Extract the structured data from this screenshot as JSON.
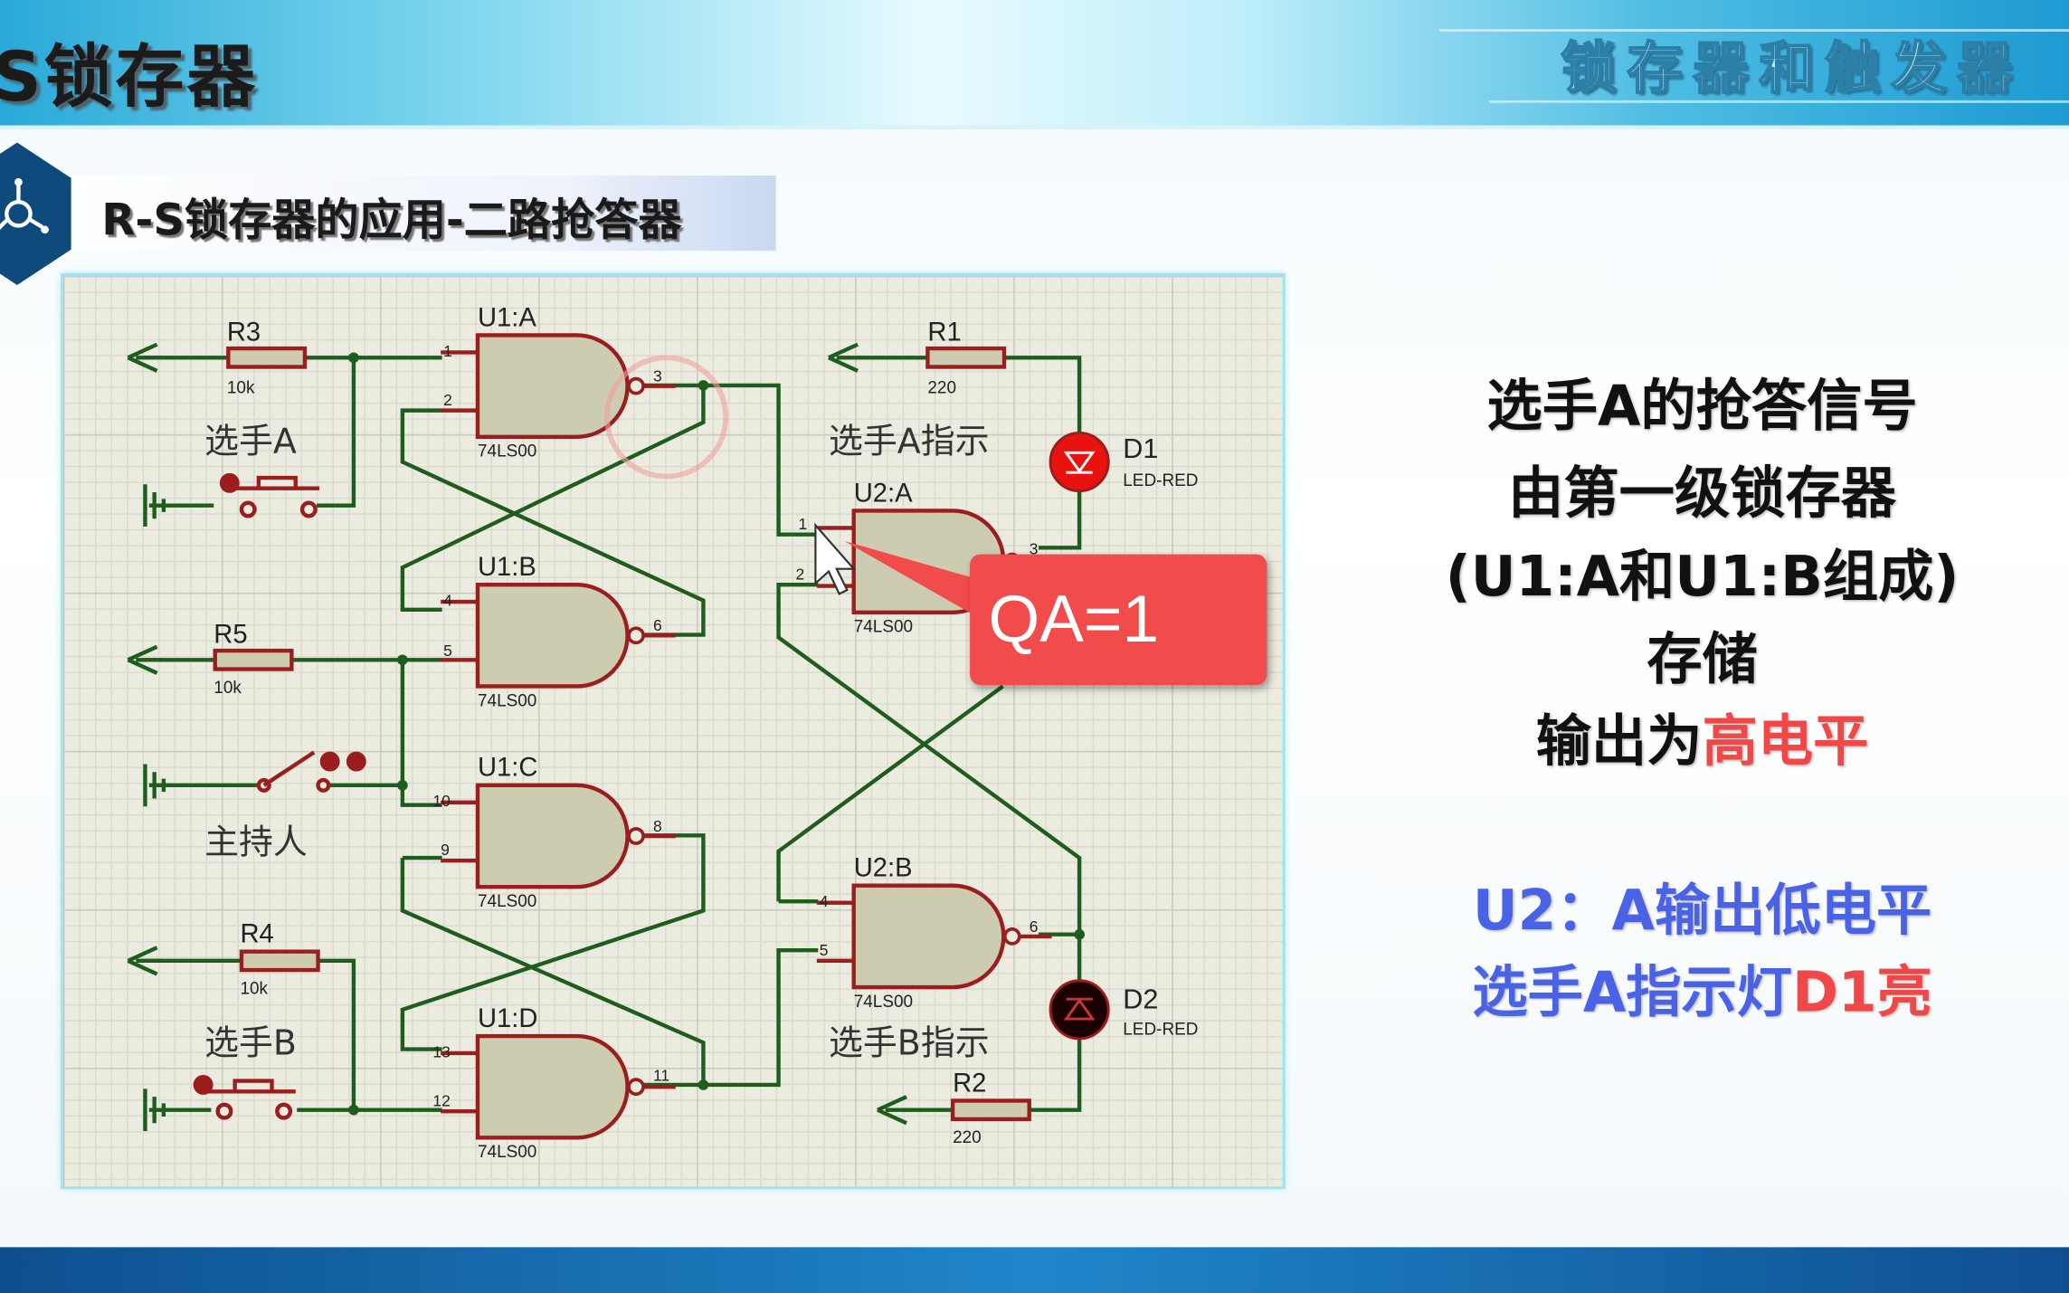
{
  "header": {
    "title": "S锁存器",
    "chapter": "锁存器和触发器"
  },
  "section": {
    "title": "R-S锁存器的应用-二路抢答器",
    "icon": "molecule-hex-icon"
  },
  "circuit": {
    "gates": [
      {
        "name": "U1:A",
        "type": "74LS00",
        "pins": [
          "1",
          "2",
          "3"
        ]
      },
      {
        "name": "U1:B",
        "type": "74LS00",
        "pins": [
          "4",
          "5",
          "6"
        ]
      },
      {
        "name": "U1:C",
        "type": "74LS00",
        "pins": [
          "10",
          "9",
          "8"
        ]
      },
      {
        "name": "U1:D",
        "type": "74LS00",
        "pins": [
          "13",
          "12",
          "11"
        ]
      },
      {
        "name": "U2:A",
        "type": "74LS00",
        "pins": [
          "1",
          "2",
          "3"
        ]
      },
      {
        "name": "U2:B",
        "type": "74LS00",
        "pins": [
          "4",
          "5",
          "6"
        ]
      }
    ],
    "resistors": [
      {
        "name": "R3",
        "value": "10k"
      },
      {
        "name": "R5",
        "value": "10k"
      },
      {
        "name": "R4",
        "value": "10k"
      },
      {
        "name": "R1",
        "value": "220"
      },
      {
        "name": "R2",
        "value": "220"
      }
    ],
    "leds": [
      {
        "name": "D1",
        "type": "LED-RED",
        "state": "on",
        "color": "#e8120e"
      },
      {
        "name": "D2",
        "type": "LED-RED",
        "state": "off",
        "color": "#1a0000"
      }
    ],
    "labels": {
      "player_a": "选手A",
      "host": "主持人",
      "player_b": "选手B",
      "ind_a": "选手A指示",
      "ind_b": "选手B指示"
    },
    "callout": "QA=1",
    "wire_color": "#1f5d1f",
    "component_color": "#9b1d1d"
  },
  "explanation": {
    "lines": [
      "选手A的抢答信号",
      "由第一级锁存器",
      "(U1:A和U1:B组成)",
      "存储"
    ],
    "output_prefix": "输出为",
    "output_highlight": "高电平",
    "u2_line": "U2：A输出低电平",
    "led_prefix": "选手A指示灯",
    "led_highlight": "D1亮"
  }
}
